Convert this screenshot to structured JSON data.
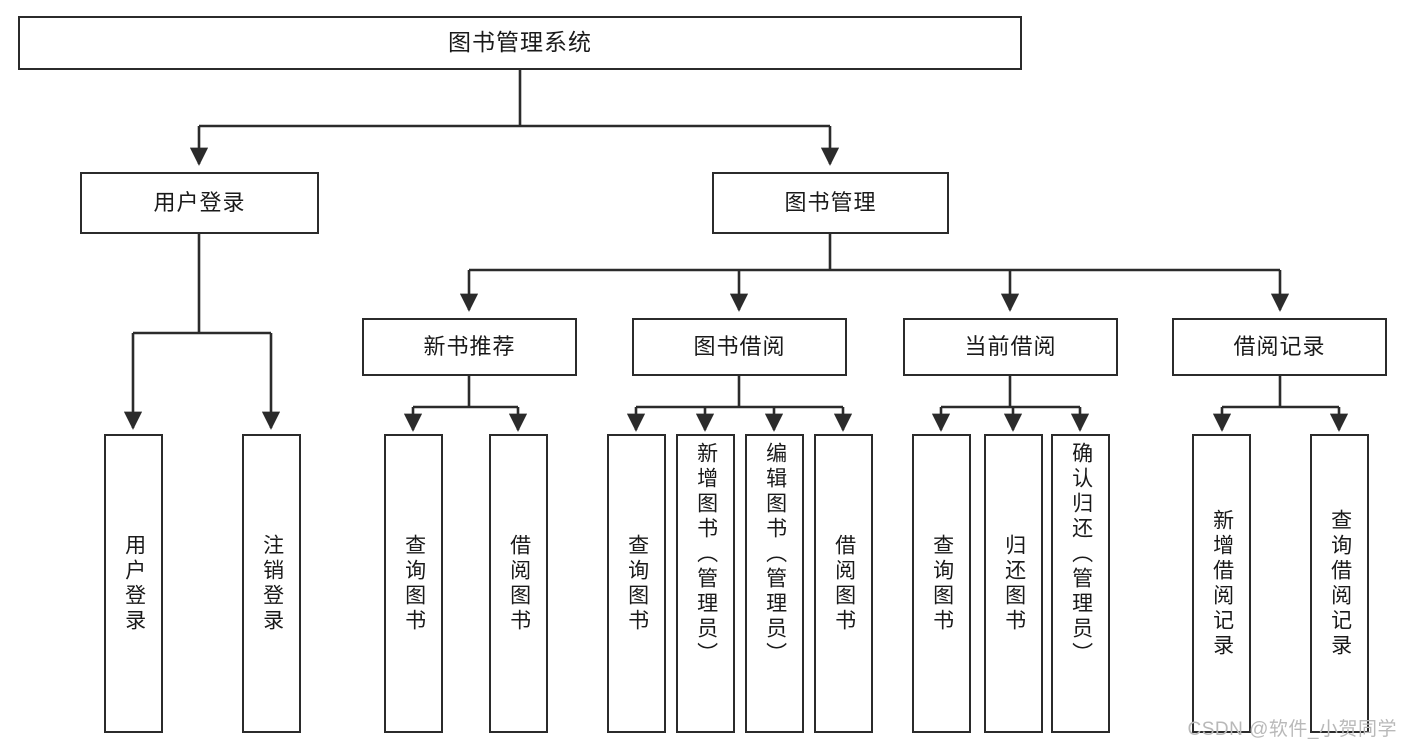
{
  "diagram": {
    "title": "图书管理系统",
    "type": "hierarchy-tree",
    "stroke_color": "#2b2b2b",
    "fill_color": "#ffffff",
    "text_color": "#1a1a1a",
    "watermark": "CSDN @软件_小贺同学",
    "nodes": {
      "root": {
        "label": "图书管理系统"
      },
      "level2": [
        {
          "id": "user-login",
          "label": "用户登录"
        },
        {
          "id": "book-manage",
          "label": "图书管理"
        }
      ],
      "level3": [
        {
          "id": "new-book-recommend",
          "label": "新书推荐"
        },
        {
          "id": "book-borrow",
          "label": "图书借阅"
        },
        {
          "id": "current-borrow",
          "label": "当前借阅"
        },
        {
          "id": "borrow-record",
          "label": "借阅记录"
        }
      ],
      "leaves": {
        "user_login": [
          {
            "id": "leaf-user-login",
            "label": "用户登录"
          },
          {
            "id": "leaf-logout-login",
            "label": "注销登录"
          }
        ],
        "new_book_recommend": [
          {
            "id": "leaf-query-book-1",
            "label": "查询图书"
          },
          {
            "id": "leaf-borrow-book-1",
            "label": "借阅图书"
          }
        ],
        "book_borrow": [
          {
            "id": "leaf-query-book-2",
            "label": "查询图书"
          },
          {
            "id": "leaf-add-book",
            "label": "新增图书（管理员）"
          },
          {
            "id": "leaf-edit-book",
            "label": "编辑图书（管理员）"
          },
          {
            "id": "leaf-borrow-book-2",
            "label": "借阅图书"
          }
        ],
        "current_borrow": [
          {
            "id": "leaf-query-book-3",
            "label": "查询图书"
          },
          {
            "id": "leaf-return-book",
            "label": "归还图书"
          },
          {
            "id": "leaf-confirm-return",
            "label": "确认归还（管理员）"
          }
        ],
        "borrow_record": [
          {
            "id": "leaf-add-record",
            "label": "新增借阅记录"
          },
          {
            "id": "leaf-query-record",
            "label": "查询借阅记录"
          }
        ]
      }
    }
  }
}
